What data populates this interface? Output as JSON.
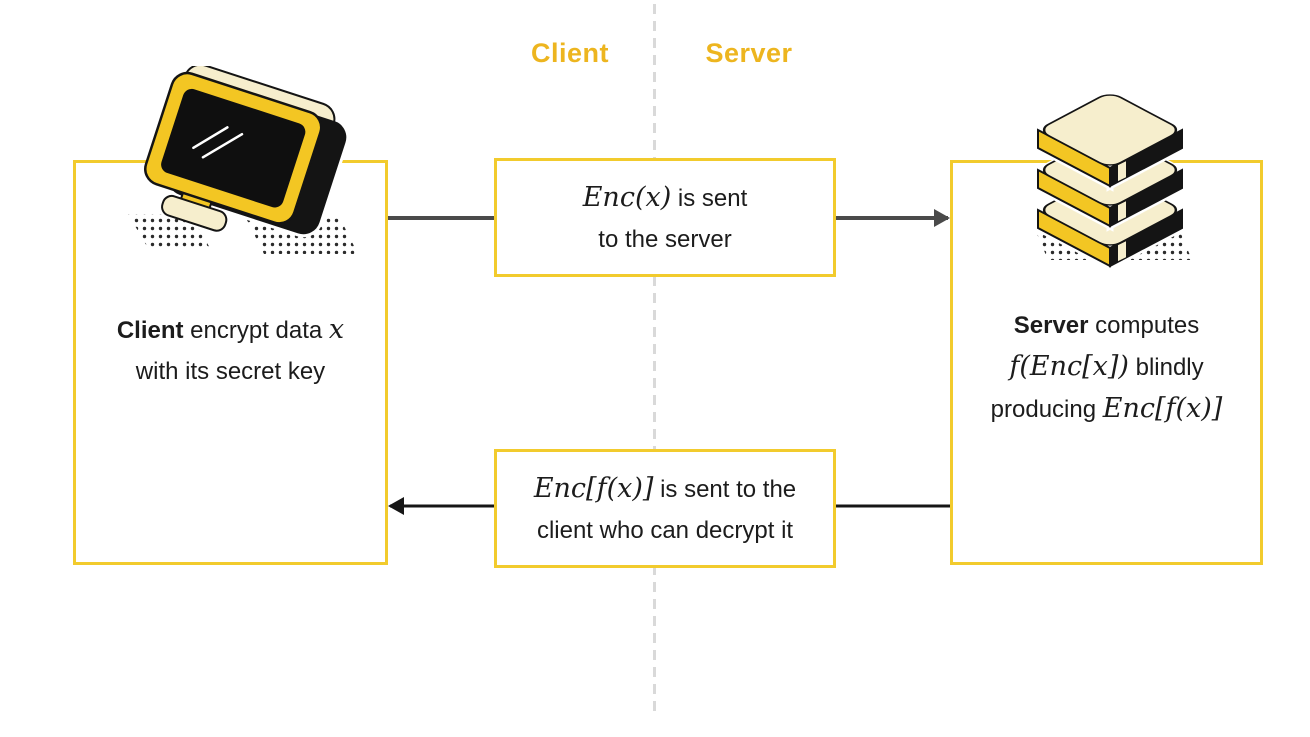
{
  "header": {
    "client_label": "Client",
    "server_label": "Server"
  },
  "left_panel": {
    "bold": "Client",
    "after_bold": " encrypt data ",
    "math": "x",
    "line2": "with its secret key"
  },
  "flow_top": {
    "math": "Enc(x)",
    "text1": "  is sent",
    "text2": "to the server"
  },
  "flow_bottom": {
    "math": "Enc[f(x)]",
    "text1": " is sent to the",
    "text2": "client who can decrypt it"
  },
  "right_panel": {
    "bold": "Server",
    "after_bold": " computes",
    "math1": "f(Enc[x])",
    "text2": " blindly",
    "text3": "producing ",
    "math2": "Enc[f(x)]"
  },
  "icons": {
    "left": "computer-monitor-icon",
    "right": "database-stack-icon"
  },
  "colors": {
    "box_border_yellow": "#f2cb2d",
    "title_gold": "#edb51f",
    "icon_gold": "#f3c623",
    "icon_cream": "#f6eecd",
    "icon_black": "#141414",
    "arrow_gray": "#4a4a4a",
    "arrow_black": "#161616",
    "dash_gray": "#d9d9d9",
    "text_dark": "#1c1c1c"
  }
}
